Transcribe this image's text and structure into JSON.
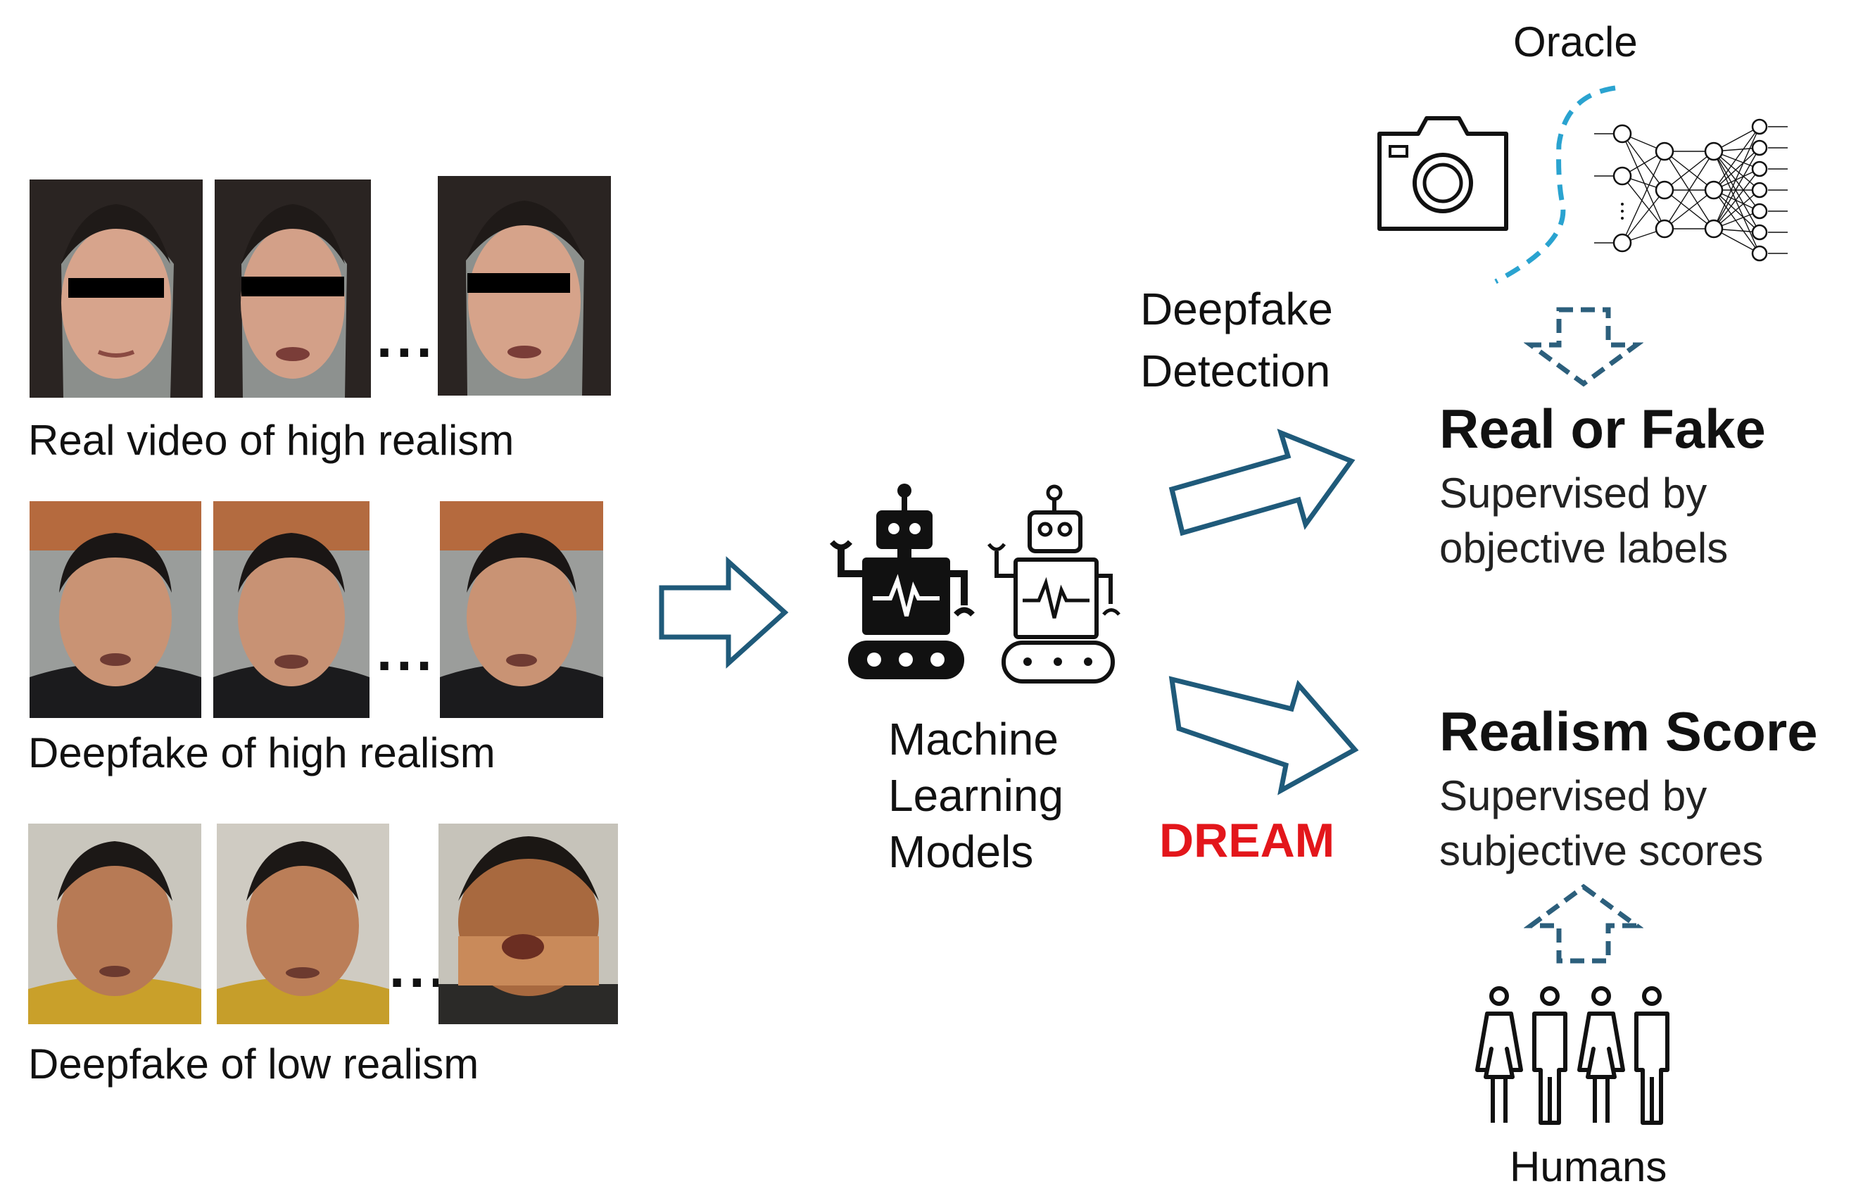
{
  "rows": {
    "real_high": {
      "caption": "Real video of high realism",
      "ellipsis": "..."
    },
    "fake_high": {
      "caption": "Deepfake of high realism",
      "ellipsis": "..."
    },
    "fake_low": {
      "caption": "Deepfake of low realism",
      "ellipsis": "..."
    }
  },
  "models": {
    "line1": "Machine",
    "line2": "Learning",
    "line3": "Models"
  },
  "detection": {
    "line1": "Deepfake",
    "line2": "Detection"
  },
  "dream": {
    "label": "DREAM",
    "color": "#e3161b"
  },
  "oracle": {
    "label": "Oracle"
  },
  "real_or_fake": {
    "title": "Real or Fake",
    "line1": "Supervised by",
    "line2": "objective labels"
  },
  "realism_score": {
    "title": "Realism Score",
    "line1": "Supervised by",
    "line2": "subjective scores"
  },
  "humans": {
    "label": "Humans"
  },
  "colors": {
    "arrow": "#1f5a7a",
    "dashed_arrow": "#2c5f7c",
    "oracle_curve": "#2aa3d0"
  },
  "icons": [
    "camera-icon",
    "neural-network-icon",
    "robot-icon",
    "people-icon"
  ]
}
